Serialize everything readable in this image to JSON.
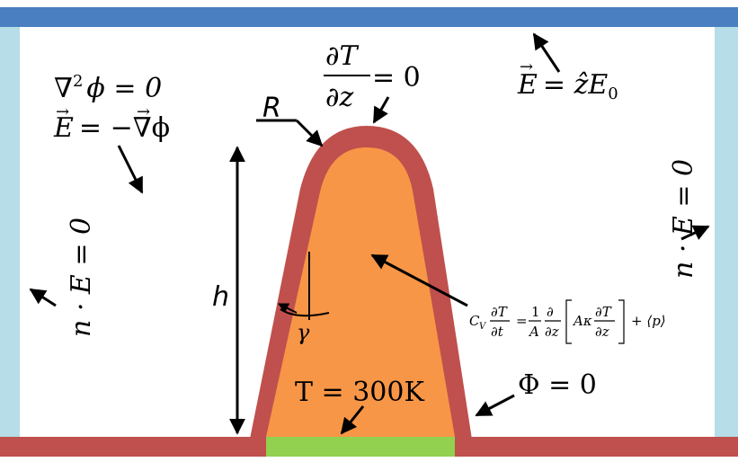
{
  "colors": {
    "top_electrode": "#4a7fc1",
    "side_boundary": "#b6dde8",
    "ground_plane": "#c0504d",
    "tip_shell": "#c0504d",
    "tip_core": "#f79646",
    "base_contact": "#92d050",
    "background": "#ffffff"
  },
  "labels": {
    "laplace_line1_lhs": "∇",
    "laplace_line1_rhs": "ϕ = 0",
    "laplace_line2": "= −∇ϕ",
    "laplace_line2_E": "E",
    "flux_T_num": "∂T",
    "flux_T_den": "∂z",
    "flux_T_rhs": "= 0",
    "field_E": "E",
    "field_rhs": "= ẑE",
    "field_sub": "0",
    "radius": "R",
    "height": "h",
    "angle": "γ",
    "bc_left": "n · E = 0",
    "bc_right": "n · E = 0",
    "temp_base": "T = 300K",
    "potential_zero": "Φ = 0",
    "heat_eq_cv": "C",
    "heat_eq_cv_sub": "V",
    "heat_eq_dT": "∂T",
    "heat_eq_dt": "∂t",
    "heat_eq_eq": "=",
    "heat_eq_one": "1",
    "heat_eq_A": "A",
    "heat_eq_d": "∂",
    "heat_eq_dz": "∂z",
    "heat_eq_Ak": "Aκ",
    "heat_eq_dT2": "∂T",
    "heat_eq_dz2": "∂z",
    "heat_eq_plus": "+ ⟨p⟩"
  }
}
